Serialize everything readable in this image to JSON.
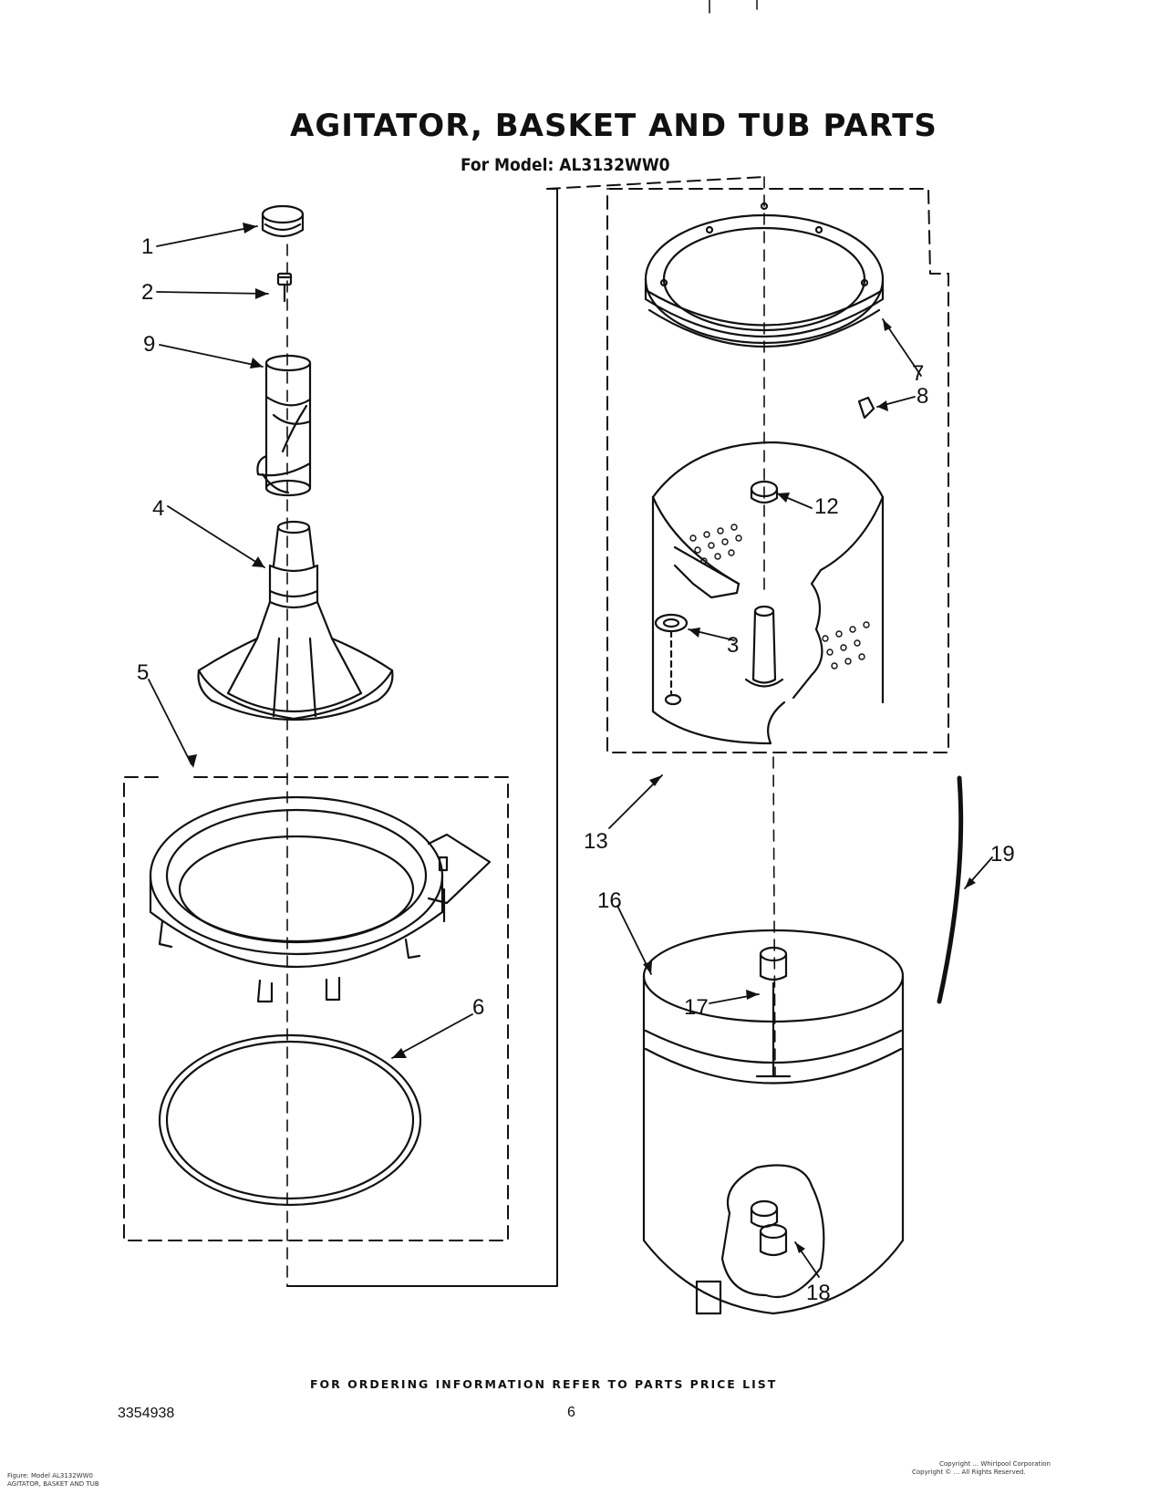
{
  "title": "AGITATOR, BASKET AND TUB PARTS",
  "model_line": "For Model: AL3132WW0",
  "footer": {
    "ordering_note": "FOR ORDERING INFORMATION REFER TO PARTS PRICE LIST",
    "document_number": "3354938",
    "page_number": "6",
    "bottom_left_line1": "Figure: Model AL3132WW0",
    "bottom_left_line2": "AGITATOR, BASKET AND TUB",
    "bottom_right_line1": "Copyright ... Whirlpool Corporation",
    "bottom_right_line2": "Copyright © ... All Rights Reserved."
  },
  "callouts": {
    "c1": "1",
    "c2": "2",
    "c3": "3",
    "c4": "4",
    "c5": "5",
    "c6": "6",
    "c7": "7",
    "c8": "8",
    "c9": "9",
    "c12": "12",
    "c13": "13",
    "c16": "16",
    "c17": "17",
    "c18": "18",
    "c19": "19"
  }
}
